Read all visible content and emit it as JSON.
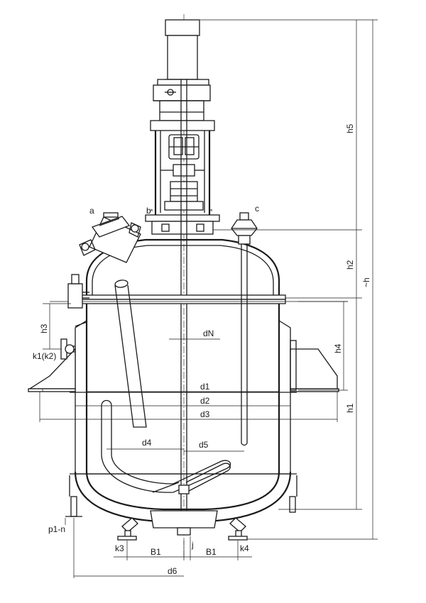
{
  "labels": {
    "a": "a",
    "b": "b",
    "c": "c",
    "h5": "h5",
    "h2": "h2",
    "h": "~h",
    "h3": "h3",
    "h4": "h4",
    "h1": "h1",
    "dN": "dN",
    "k1k2": "k1(k2)",
    "d1": "d1",
    "d2": "d2",
    "d3": "d3",
    "d4": "d4",
    "d5": "d5",
    "p1n": "p1-n",
    "k3": "k3",
    "k4": "k4",
    "B1_left": "B1",
    "B1_right": "B1",
    "j": "j",
    "d6": "d6"
  }
}
